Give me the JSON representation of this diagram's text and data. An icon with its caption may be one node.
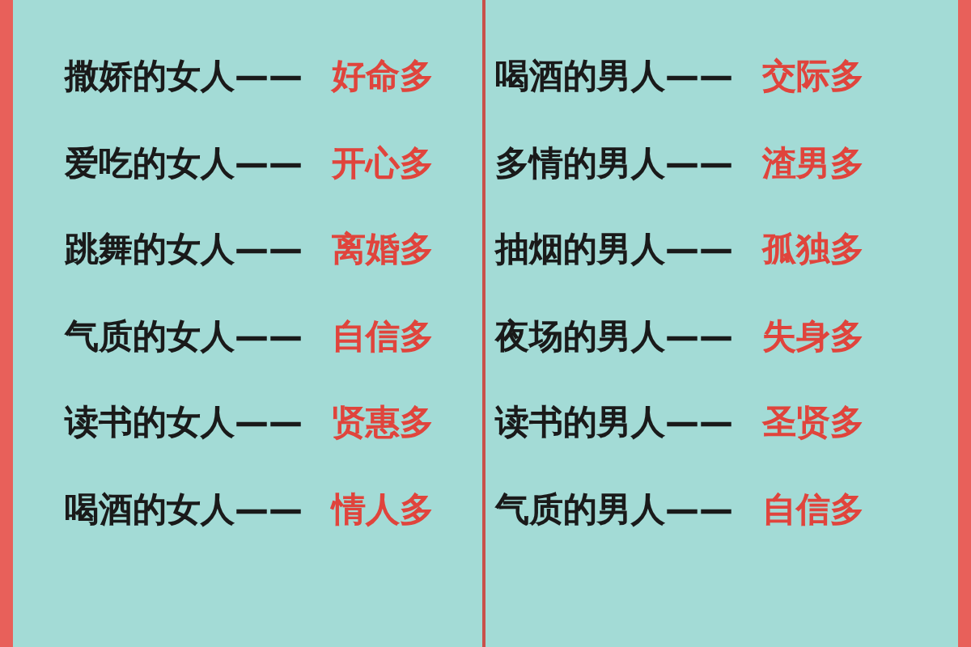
{
  "diagram": {
    "labels": [
      "撒娇的女人——",
      "好命多",
      "喝酒的男人——",
      "交际多",
      "爱吃的女人——",
      "开心多",
      "多情的男人——",
      "渣男多",
      "跳舞的女人——",
      "离婚多",
      "抽烟的男人——",
      "孤独多",
      "气质的女人——",
      "自信多",
      "夜场的男人——",
      "失身多",
      "读书的女人——",
      "贤惠多",
      "读书的男人——",
      "圣贤多",
      "喝酒的女人——",
      "情人多",
      "气质的男人——",
      "自信多"
    ]
  }
}
